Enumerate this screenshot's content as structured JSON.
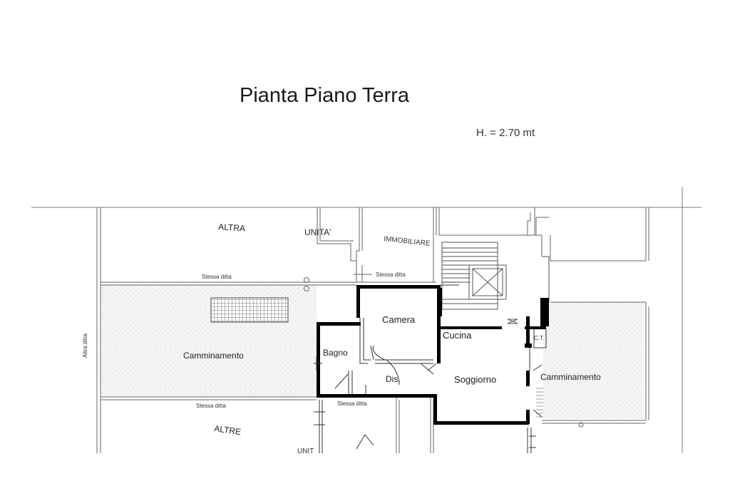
{
  "title": "Pianta Piano Terra",
  "height_note": "H. = 2.70 mt",
  "rooms": {
    "camera": "Camera",
    "cucina": "Cucina",
    "bagno": "Bagno",
    "dis": "Dis.",
    "soggiorno": "Soggiorno",
    "camminamento_left": "Camminamento",
    "camminamento_right": "Camminamento"
  },
  "neighbours": {
    "altra": "ALTRA",
    "unita": "UNITA'",
    "immobiliare": "IMMOBILIARE",
    "altre": "ALTRE",
    "unita_bottom": "UNIT"
  },
  "notes": {
    "stessa_ditta_1": "Stessa ditta",
    "stessa_ditta_2": "Stessa ditta",
    "stessa_ditta_3": "Stessa ditta",
    "stessa_ditta_4": "Stessa ditta",
    "altra_ditta": "Altra ditta",
    "ct": "C.T."
  },
  "colors": {
    "wall": "#000000",
    "line": "#555555",
    "stipple": "#f1f1f1"
  }
}
